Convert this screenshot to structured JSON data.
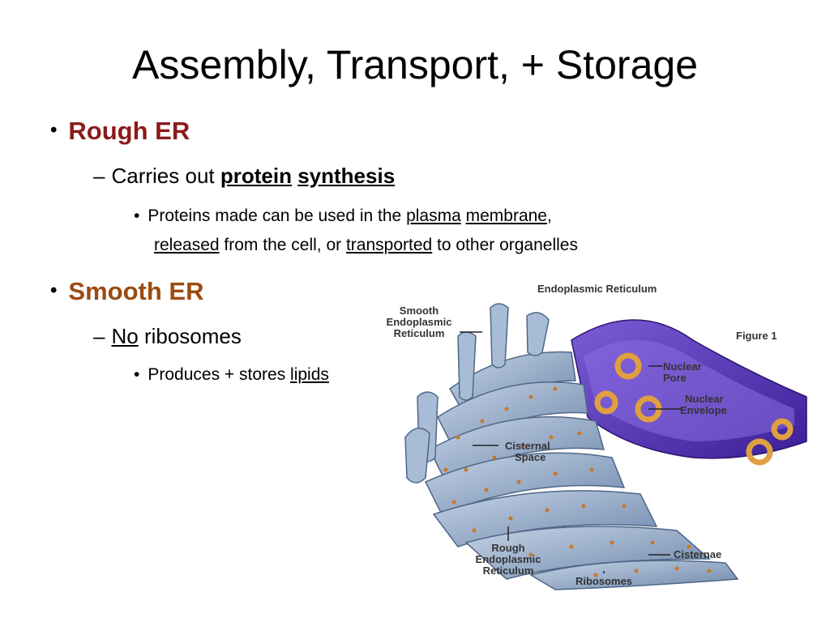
{
  "title": "Assembly, Transport, + Storage",
  "colors": {
    "rough_er": "#8b1a1a",
    "smooth_er": "#9c4a10"
  },
  "bullets": {
    "rough": {
      "heading": "Rough ER",
      "sub": {
        "prefix": "Carries out ",
        "w1": "protein",
        "w2": "synthesis"
      },
      "detail": {
        "a": "Proteins made can be used in the ",
        "u1": "plasma",
        "u2": "membrane",
        "comma": ",",
        "u3": "released",
        "b": " from the cell, or ",
        "u4": "transported",
        "c": " to other organelles"
      }
    },
    "smooth": {
      "heading": "Smooth ER",
      "sub": {
        "u1": "No",
        "rest": " ribosomes"
      },
      "detail": {
        "a": "Produces + stores ",
        "u1": "lipids"
      }
    }
  },
  "figure": {
    "title": "Endoplasmic Reticulum",
    "figure_label": "Figure 1",
    "labels": {
      "smooth_1": "Smooth",
      "smooth_2": "Endoplasmic",
      "smooth_3": "Reticulum",
      "pore_1": "Nuclear",
      "pore_2": "Pore",
      "env_1": "Nuclear",
      "env_2": "Envelope",
      "cist_1": "Cisternal",
      "cist_2": "Space",
      "rough_1": "Rough",
      "rough_2": "Endoplasmic",
      "rough_3": "Reticulum",
      "cisternae": "Cisternae",
      "ribosomes": "Ribosomes"
    }
  }
}
